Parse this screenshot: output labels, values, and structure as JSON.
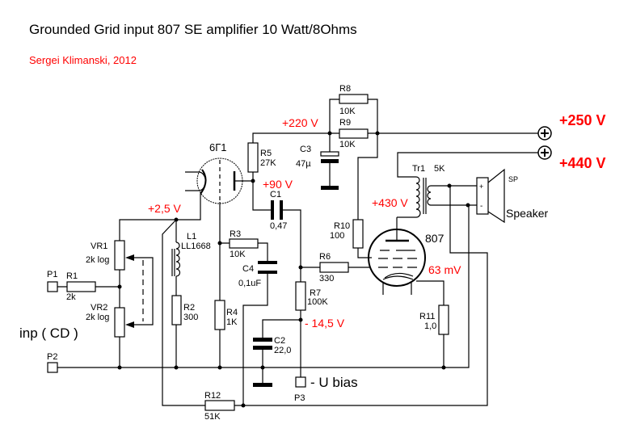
{
  "title": "Grounded Grid input 807 SE amplifier 10 Watt/8Ohms",
  "author": "Sergei Klimanski, 2012",
  "colors": {
    "annotation": "#ff0000",
    "wire": "#000000"
  },
  "tubes": {
    "input": "6Г1",
    "output": "807"
  },
  "components": {
    "R1": {
      "name": "R1",
      "value": "2k"
    },
    "R2": {
      "name": "R2",
      "value": "300"
    },
    "R3": {
      "name": "R3",
      "value": "10K"
    },
    "R4": {
      "name": "R4",
      "value": "1K"
    },
    "R5": {
      "name": "R5",
      "value": "27K"
    },
    "R6": {
      "name": "R6",
      "value": "330"
    },
    "R7": {
      "name": "R7",
      "value": "100K"
    },
    "R8": {
      "name": "R8",
      "value": "10K"
    },
    "R9": {
      "name": "R9",
      "value": "10K"
    },
    "R10": {
      "name": "R10",
      "value": "100"
    },
    "R11": {
      "name": "R11",
      "value": "1,0"
    },
    "R12": {
      "name": "R12",
      "value": "51K"
    },
    "C1": {
      "name": "C1",
      "value": "0,47"
    },
    "C2": {
      "name": "C2",
      "value": "22,0"
    },
    "C3": {
      "name": "C3",
      "value": "47µ"
    },
    "C4": {
      "name": "C4",
      "value": "0,1uF"
    },
    "L1": {
      "name": "L1",
      "value": "LL1668"
    },
    "VR1": {
      "name": "VR1",
      "value": "2k log"
    },
    "VR2": {
      "name": "VR2",
      "value": "2k log"
    },
    "Tr1": {
      "name": "Tr1",
      "value": "5K"
    },
    "SP": {
      "name": "SP",
      "value": "Speaker",
      "plus": "+",
      "minus": "-"
    }
  },
  "ports": {
    "P1": "P1",
    "P2": "P2",
    "P3": "P3",
    "input_label": "inp ( CD )",
    "bias_label": "- U bias"
  },
  "voltages": {
    "v220": "+220 V",
    "v90": "+90 V",
    "v2_5": "+2,5 V",
    "v430": "+430 V",
    "v63mv": "63 mV",
    "vbias": "- 14,5 V",
    "v250": "+250 V",
    "v440": "+440 V"
  }
}
